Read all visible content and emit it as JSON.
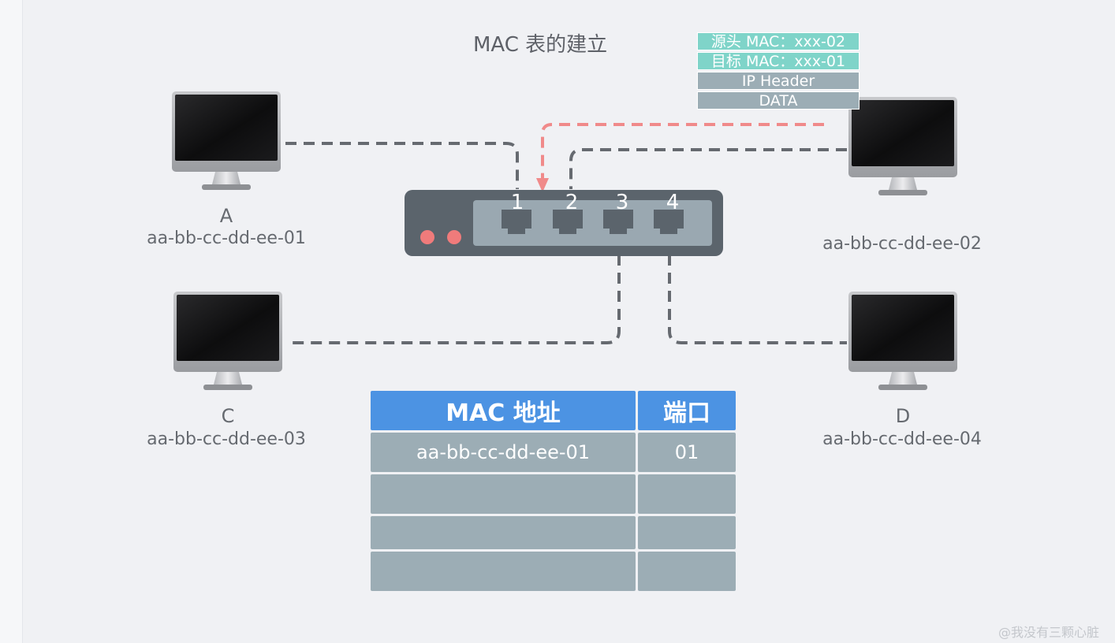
{
  "title": "MAC 表的建立",
  "hosts": [
    {
      "name": "A",
      "mac": "aa-bb-cc-dd-ee-01"
    },
    {
      "name": "",
      "mac": "aa-bb-cc-dd-ee-02"
    },
    {
      "name": "C",
      "mac": "aa-bb-cc-dd-ee-03"
    },
    {
      "name": "D",
      "mac": "aa-bb-cc-dd-ee-04"
    }
  ],
  "switch": {
    "ports": [
      "1",
      "2",
      "3",
      "4"
    ]
  },
  "packet": {
    "src_mac": "源头 MAC：xxx-02",
    "dst_mac": "目标 MAC：xxx-01",
    "ip_header": "IP Header",
    "data": "DATA"
  },
  "mac_table": {
    "headers": [
      "MAC 地址",
      "端口"
    ],
    "rows": [
      [
        "aa-bb-cc-dd-ee-01",
        "01"
      ],
      [
        "",
        ""
      ],
      [
        "",
        ""
      ],
      [
        "",
        ""
      ]
    ]
  },
  "watermark": "@我没有三颗心脏",
  "colors": {
    "background": "#f0f1f4",
    "switch_body": "#5b646c",
    "port_panel": "#9aa8b1",
    "led": "#f07b7b",
    "cable": "#666a70",
    "active_frame": "#f08a8a",
    "table_header": "#4c93e3",
    "table_cell": "#9cadb5",
    "packet_mac": "#7fd4c9"
  }
}
